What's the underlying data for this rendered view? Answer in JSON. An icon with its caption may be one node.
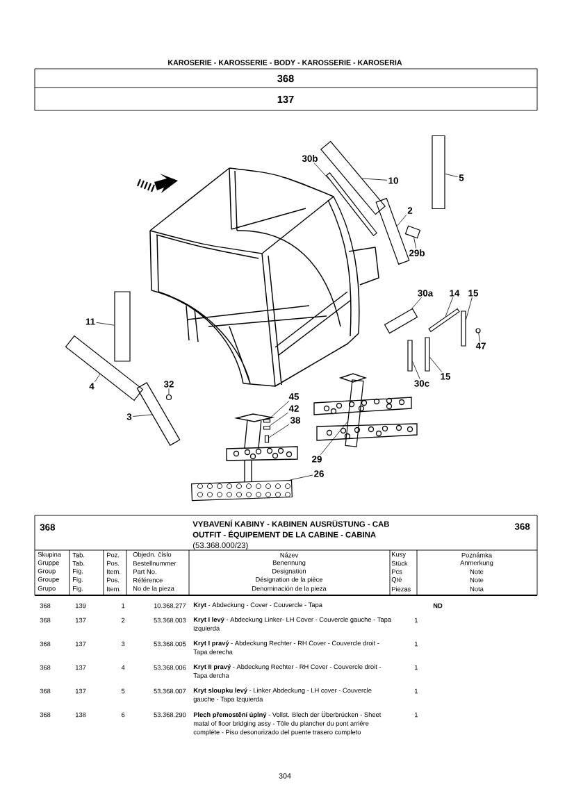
{
  "diagram": {
    "nodes": [
      {
        "text": [
          "30b"
        ]
      },
      {
        "text": [
          "5"
        ]
      },
      {
        "text": [
          "10"
        ]
      },
      {
        "text": [
          "2"
        ]
      },
      {
        "text": [
          "29b"
        ]
      },
      {
        "text": [
          "30a"
        ]
      },
      {
        "text": [
          "14"
        ]
      },
      {
        "text": [
          "15"
        ]
      },
      {
        "text": [
          "11"
        ]
      },
      {
        "text": [
          "47"
        ]
      },
      {
        "text": [
          "15"
        ]
      },
      {
        "text": [
          "30c"
        ]
      },
      {
        "text": [
          "32"
        ]
      },
      {
        "text": [
          "4"
        ]
      },
      {
        "text": [
          "45"
        ]
      },
      {
        "text": [
          "42"
        ]
      },
      {
        "text": [
          "3"
        ]
      },
      {
        "text": [
          "38"
        ]
      },
      {
        "text": [
          "29"
        ]
      },
      {
        "text": [
          "26"
        ]
      },
      {
        "text": [],
        "shape": "bar"
      },
      {
        "text": [],
        "shape": "bar"
      },
      {
        "text": [],
        "shape": "bar"
      },
      {
        "text": [],
        "shape": "bar"
      },
      {
        "text": [],
        "shape": "box"
      },
      {
        "text": [],
        "shape": "bar"
      },
      {
        "text": [],
        "shape": "bar"
      },
      {
        "text": [],
        "shape": "bar"
      },
      {
        "text": [],
        "shape": "bar"
      },
      {
        "text": [],
        "shape": "circle"
      },
      {
        "text": [],
        "shape": "bar"
      },
      {
        "text": [],
        "shape": "bar"
      },
      {
        "text": [],
        "shape": "circle"
      },
      {
        "text": [],
        "shape": "bar"
      },
      {
        "text": [],
        "shape": "box"
      },
      {
        "text": [],
        "shape": "box"
      },
      {
        "text": [],
        "shape": "bar"
      },
      {
        "text": [],
        "shape": "box"
      },
      {
        "text": [],
        "shape": "bar"
      },
      {
        "text": [],
        "shape": "box"
      }
    ],
    "edges": [
      {
        "from": 0,
        "to": 20,
        "arrow": "none"
      },
      {
        "from": 1,
        "to": 21,
        "arrow": "none"
      },
      {
        "from": 2,
        "to": 22,
        "arrow": "none"
      },
      {
        "from": 3,
        "to": 23,
        "arrow": "none"
      },
      {
        "from": 4,
        "to": 24,
        "arrow": "none"
      },
      {
        "from": 5,
        "to": 25,
        "arrow": "none"
      },
      {
        "from": 6,
        "to": 26,
        "arrow": "none"
      },
      {
        "from": 7,
        "to": 27,
        "arrow": "none"
      },
      {
        "from": 8,
        "to": 28,
        "arrow": "none"
      },
      {
        "from": 9,
        "to": 29,
        "arrow": "none"
      },
      {
        "from": 10,
        "to": 30,
        "arrow": "none"
      },
      {
        "from": 11,
        "to": 31,
        "arrow": "none"
      },
      {
        "from": 12,
        "to": 32,
        "arrow": "none"
      },
      {
        "from": 13,
        "to": 33,
        "arrow": "none"
      },
      {
        "from": 14,
        "to": 34,
        "arrow": "none"
      },
      {
        "from": 15,
        "to": 35,
        "arrow": "none"
      },
      {
        "from": 16,
        "to": 36,
        "arrow": "none"
      },
      {
        "from": 17,
        "to": 37,
        "arrow": "none"
      },
      {
        "from": 18,
        "to": 38,
        "arrow": "none"
      },
      {
        "from": 19,
        "to": 39,
        "arrow": "none"
      }
    ],
    "labels": [
      "KAROSERIE - KAROSSERIE - BODY - KAROSSERIE - KAROSERIA",
      "368",
      "137",
      "368",
      "**VYBAVENÍ KABINY - KABINEN AUSRÜSTUNG - CAB OUTFIT - ÉQUIPEMENT DE LA CABINE - CABINA** (53.368.000/23)",
      "368",
      "Skupina",
      "Tab.",
      "Poz.",
      "Objedn. číslo",
      "Název",
      "Kusy",
      "Poznámka",
      "Gruppe",
      "Tab.",
      "Pos.",
      "Bestellnummer",
      "Benennung",
      "Stück",
      "Anmerkung",
      "Group",
      "Fig.",
      "Item.",
      "Part No.",
      "Designation",
      "Pcs",
      "Note",
      "Groupe",
      "Fig.",
      "Pos.",
      "Référence",
      "Désignation de la pièce",
      "Qté",
      "Note",
      "Grupo",
      "Fig.",
      "Item.",
      "No de la pieza",
      "Denominación de la pieza",
      "Piezas",
      "Nota",
      "368",
      "139",
      "1",
      "10.368.277",
      "**Kryt** - Abdeckung - Cover - Couvercle - Tapa",
      "ND",
      "368",
      "137",
      "2",
      "53.368.003",
      "**Kryt I levý** - Abdeckung Linker- LH Cover - Couvercle gauche - Tapa izquierda",
      "1",
      "368",
      "137",
      "3",
      "53.368.005",
      "**Kryt I pravý** - Abdeckung Rechter - RH Cover - Couvercle droit - Tapa derecha",
      "1",
      "368",
      "137",
      "4",
      "53.368.006",
      "**Kryt II pravý** - Abdeckung Rechter - RH Cover - Couvercle droit - Tapa dercha",
      "1",
      "368",
      "137",
      "5",
      "53.368.007",
      "**Kryt sloupku levý** - Linker Abdeckung - LH cover - Couvercle gauche - Tapa Izquierda",
      "1",
      "368",
      "138",
      "6",
      "53.368.290",
      "**Plech přemostění úplný** - Vollst. Blech der Überbrücken - Sheet matal of floor bridging assy - Tôle du plancher du pont arriére compléte - Piso desonorizado del puente trasero completo",
      "1",
      "304"
    ]
  }
}
